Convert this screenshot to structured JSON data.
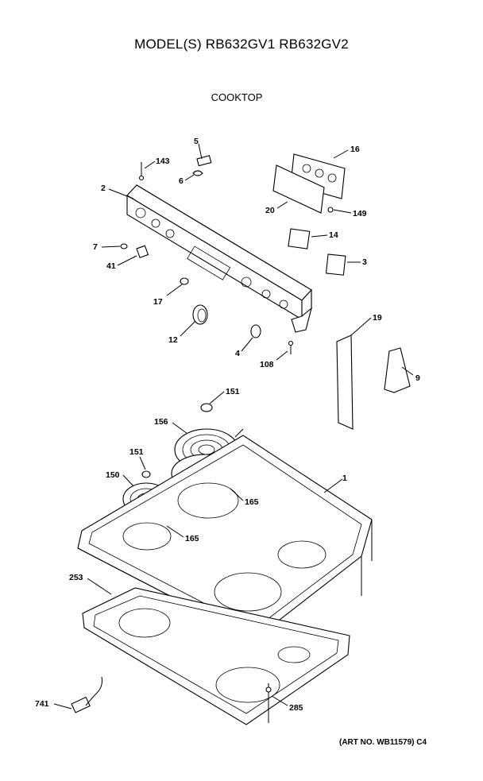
{
  "header": {
    "title": "MODEL(S) RB632GV1 RB632GV2",
    "subtitle": "COOKTOP"
  },
  "footer": {
    "art_no": "(ART NO. WB11579) C4"
  },
  "callouts": {
    "p143": "143",
    "p5": "5",
    "p16": "16",
    "p6": "6",
    "p2": "2",
    "p20": "20",
    "p149": "149",
    "p14": "14",
    "p7": "7",
    "p41": "41",
    "p3": "3",
    "p17": "17",
    "p19": "19",
    "p12": "12",
    "p4": "4",
    "p108": "108",
    "p9": "9",
    "p151a": "151",
    "p156": "156",
    "p151b": "151",
    "p150": "150",
    "p1": "1",
    "p165a": "165",
    "p165b": "165",
    "p253": "253",
    "p741": "741",
    "p285": "285"
  }
}
